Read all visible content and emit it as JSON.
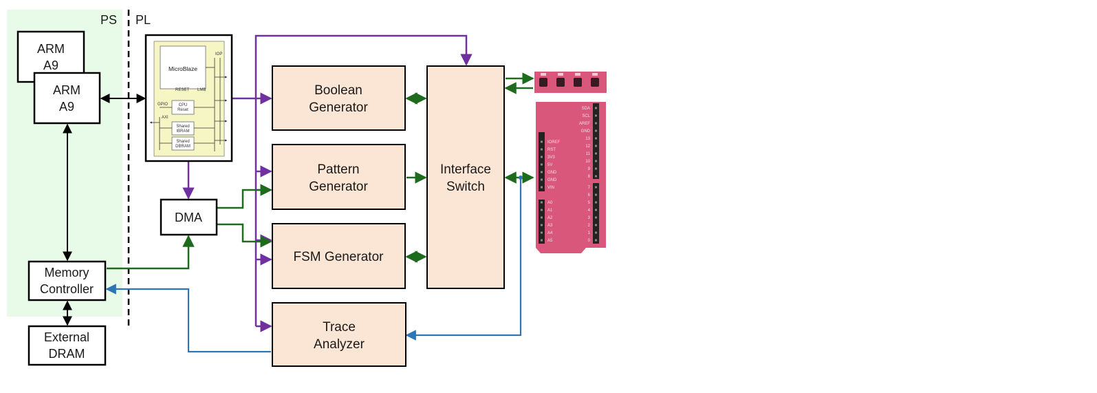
{
  "regions": {
    "ps": "PS",
    "pl": "PL"
  },
  "blocks": {
    "arm_back": [
      "ARM",
      "A9"
    ],
    "arm_front": [
      "ARM",
      "A9"
    ],
    "memory_controller": [
      "Memory",
      "Controller"
    ],
    "external_dram": [
      "External",
      "DRAM"
    ],
    "dma": [
      "DMA"
    ],
    "boolean_generator": [
      "Boolean",
      "Generator"
    ],
    "pattern_generator": [
      "Pattern",
      "Generator"
    ],
    "fsm_generator": [
      "FSM Generator"
    ],
    "trace_analyzer": [
      "Trace",
      "Analyzer"
    ],
    "interface_switch": [
      "Interface",
      "Switch"
    ]
  },
  "microblaze": {
    "core": "MicroBlaze",
    "reset": "RESET",
    "lmb": "LMB",
    "iop": "IOP",
    "gpio": "GPIO",
    "axi": "AXI",
    "cpu_reset": [
      "CPU",
      "Reset"
    ],
    "ibram": [
      "Shared",
      "IBRAM"
    ],
    "dbram": [
      "Shared",
      "DBRAM"
    ]
  },
  "arduino": {
    "left_power": [
      "IOREF",
      "RST",
      "3V3",
      "5V",
      "GND",
      "GND",
      "VIN"
    ],
    "left_analog": [
      "A0",
      "A1",
      "A2",
      "A3",
      "A4",
      "A5"
    ],
    "right_top": [
      "SDA",
      "SCL",
      "AREF",
      "GND",
      "13",
      "12",
      "11",
      "10",
      "9",
      "8"
    ],
    "right_bottom": [
      "7",
      "6",
      "5",
      "4",
      "3",
      "2",
      "1",
      "0"
    ]
  },
  "colors": {
    "ps_region": "#e8fbe8",
    "block_fill": "#fbe5d4",
    "microblaze_fill": "#f6f5c4",
    "purple": "#7030a0",
    "green": "#1e6b1e",
    "blue": "#2e75b6",
    "board": "#d9577a"
  }
}
